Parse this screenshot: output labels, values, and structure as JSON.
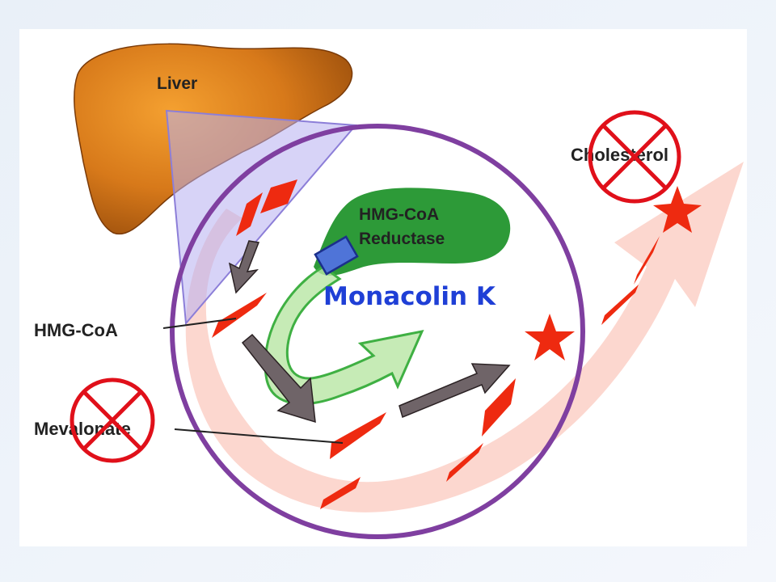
{
  "labels": {
    "liver": "Liver",
    "enzyme_line1": "HMG-CoA",
    "enzyme_line2": "Reductase",
    "inhibitor": "Monacolin K",
    "hmg_coa": "HMG-CoA",
    "mevalonate": "Mevalonate",
    "cholesterol": "Cholesterol"
  },
  "colors": {
    "background": "#eef3fa",
    "panel": "#ffffff",
    "liver": "#c86a10",
    "liver_highlight": "#f4a030",
    "cell_ring": "#7f3fa0",
    "zoom_wedge": "#9c8fe0",
    "pathway_band": "#fcd5cc",
    "molecule": "#ee2a10",
    "step_arrow": "#6f6468",
    "enzyme": "#2d9a38",
    "inhibitor_box": "#4f74d8",
    "inhibitor_text": "#1f3fd6",
    "cross_mark": "#e0101a"
  },
  "icons": [
    "blocked-cross-icon",
    "blocked-cross-icon"
  ]
}
